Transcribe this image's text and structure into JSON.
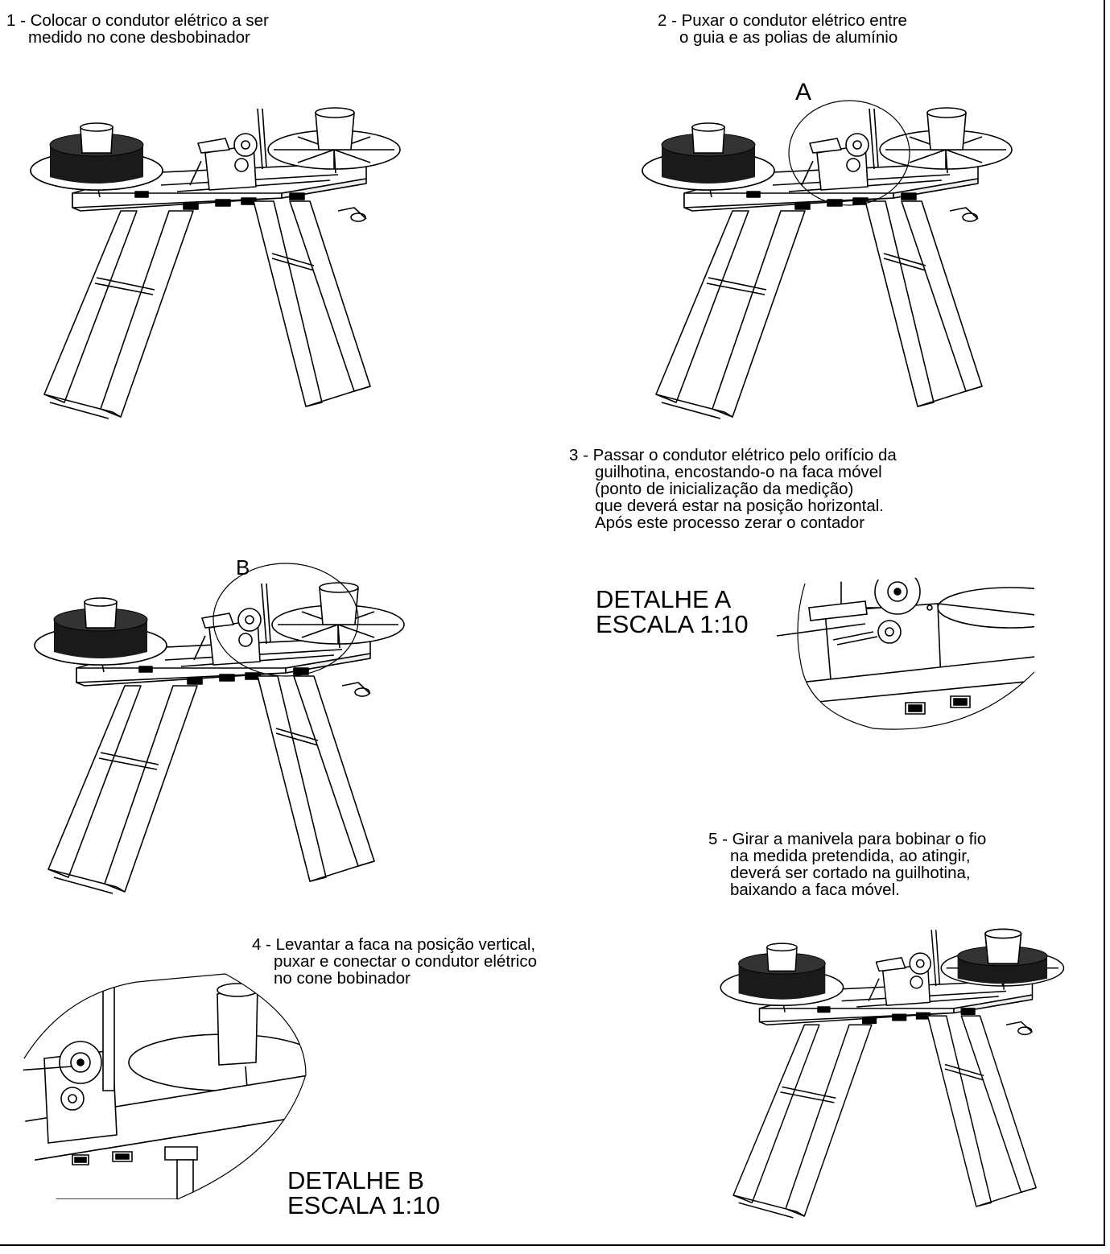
{
  "steps": [
    {
      "num": "1",
      "lines": [
        "1 - Colocar o condutor elétrico a ser",
        "medido no cone desbobinador"
      ]
    },
    {
      "num": "2",
      "lines": [
        "2 - Puxar o condutor elétrico entre",
        "o guia e as polias de alumínio"
      ]
    },
    {
      "num": "3",
      "lines": [
        "3 - Passar o condutor elétrico pelo orifício da",
        "guilhotina, encostando-o na faca móvel",
        "(ponto de inicialização da medição)",
        "que deverá estar na posição horizontal.",
        "Após este processo zerar o contador"
      ]
    },
    {
      "num": "4",
      "lines": [
        "4 - Levantar a faca na posição vertical,",
        "puxar e conectar o condutor elétrico",
        "no cone bobinador"
      ]
    },
    {
      "num": "5",
      "lines": [
        "5 - Girar a manivela para bobinar o fio",
        "na medida pretendida, ao atingir,",
        "deverá ser cortado na guilhotina,",
        "baixando a faca móvel."
      ]
    }
  ],
  "details": {
    "a": {
      "letter": "A",
      "title": "DETALHE A",
      "scale": "ESCALA 1:10"
    },
    "b": {
      "letter": "B",
      "title": "DETALHE B",
      "scale": "ESCALA 1:10"
    }
  },
  "colors": {
    "ink": "#000000",
    "paper": "#ffffff",
    "fill": "#1a1a1a"
  }
}
